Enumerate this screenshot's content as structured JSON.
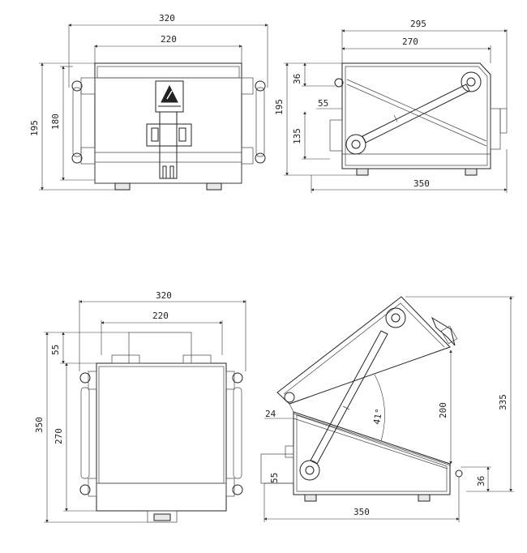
{
  "views": {
    "front_closed": {
      "width_outer": "320",
      "width_inner": "220",
      "height_outer": "195",
      "height_inner": "180"
    },
    "side_closed": {
      "top_outer": "295",
      "top_inner": "270",
      "h_195": "195",
      "h_36": "36",
      "h_55": "55",
      "h_135": "135",
      "bottom": "350"
    },
    "top_open": {
      "width_outer": "320",
      "width_inner": "220",
      "h_55": "55",
      "h_350": "350",
      "h_270": "270"
    },
    "side_open": {
      "d_24": "24",
      "angle": "41°",
      "h_200": "200",
      "h_335": "335",
      "d_55": "55",
      "d_36": "36",
      "bottom": "350"
    }
  }
}
